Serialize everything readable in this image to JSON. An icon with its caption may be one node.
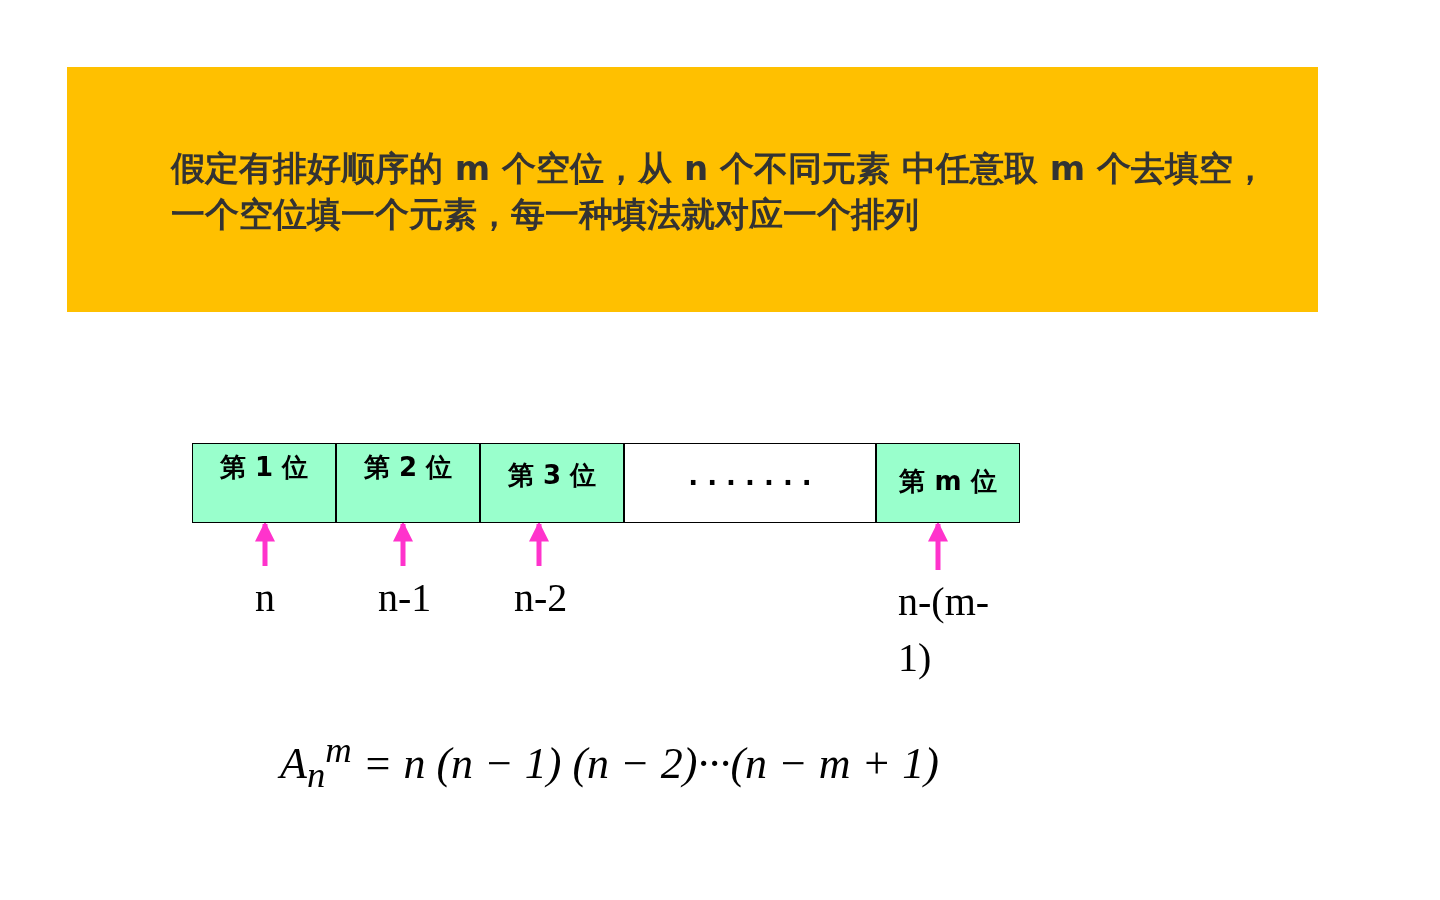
{
  "diagram": {
    "nodes": [
      {
        "text": [
          "假定有排好顺序的 m 个空位，从 n 个不同元素 中任意取 m 个去填空，一个空位填一个元素，每一种填法就对应一个排列"
        ]
      },
      {
        "text": [
          "第 1 位"
        ]
      },
      {
        "text": [
          "第 2 位"
        ]
      },
      {
        "text": [
          "第 3 位"
        ]
      },
      {
        "text": [
          "· · · · · · ·"
        ]
      },
      {
        "text": [
          "第 m 位"
        ]
      },
      {
        "text": [
          "n"
        ]
      },
      {
        "text": [
          "n-1"
        ]
      },
      {
        "text": [
          "n-2"
        ]
      },
      {
        "text": [
          "n-(m-1)"
        ]
      }
    ],
    "edges": [
      {
        "from": 6,
        "to": 1,
        "arrow": "to"
      },
      {
        "from": 7,
        "to": 2,
        "arrow": "to"
      },
      {
        "from": 8,
        "to": 3,
        "arrow": "to"
      },
      {
        "from": 9,
        "to": 5,
        "arrow": "to"
      }
    ],
    "labels": [
      "A$_{n}$$^{m}$ = n (n − 1) (n − 2)···(n − m + 1)"
    ]
  }
}
